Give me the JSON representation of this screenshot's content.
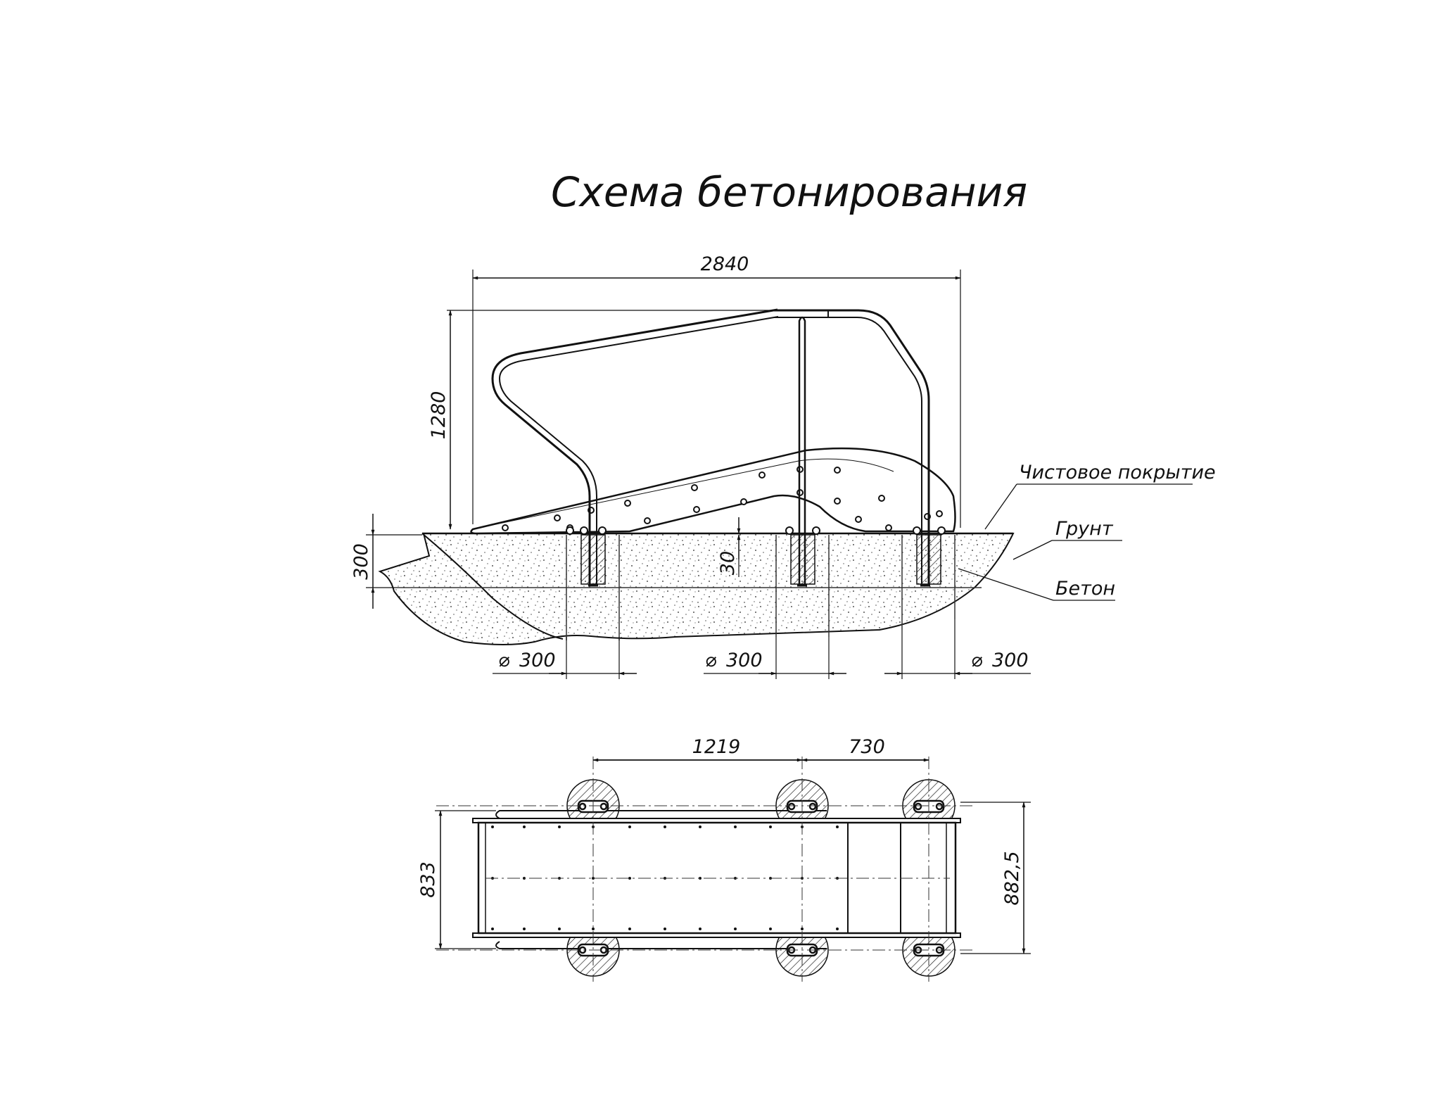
{
  "title": "Схема бетонирования",
  "side_view": {
    "dims": {
      "total_length": "2840",
      "height": "1280",
      "depth": "300",
      "offset": "30",
      "diameters": [
        "300",
        "300",
        "300"
      ]
    },
    "labels": {
      "finish_coating": "Чистовое покрытие",
      "soil": "Грунт",
      "concrete": "Бетон"
    }
  },
  "plan_view": {
    "dims": {
      "span1": "1219",
      "span2": "730",
      "width_inner": "833",
      "width_outer": "882,5"
    }
  },
  "colors": {
    "ink": "#111111",
    "concrete_hatch": "#555555",
    "background": "#ffffff"
  }
}
